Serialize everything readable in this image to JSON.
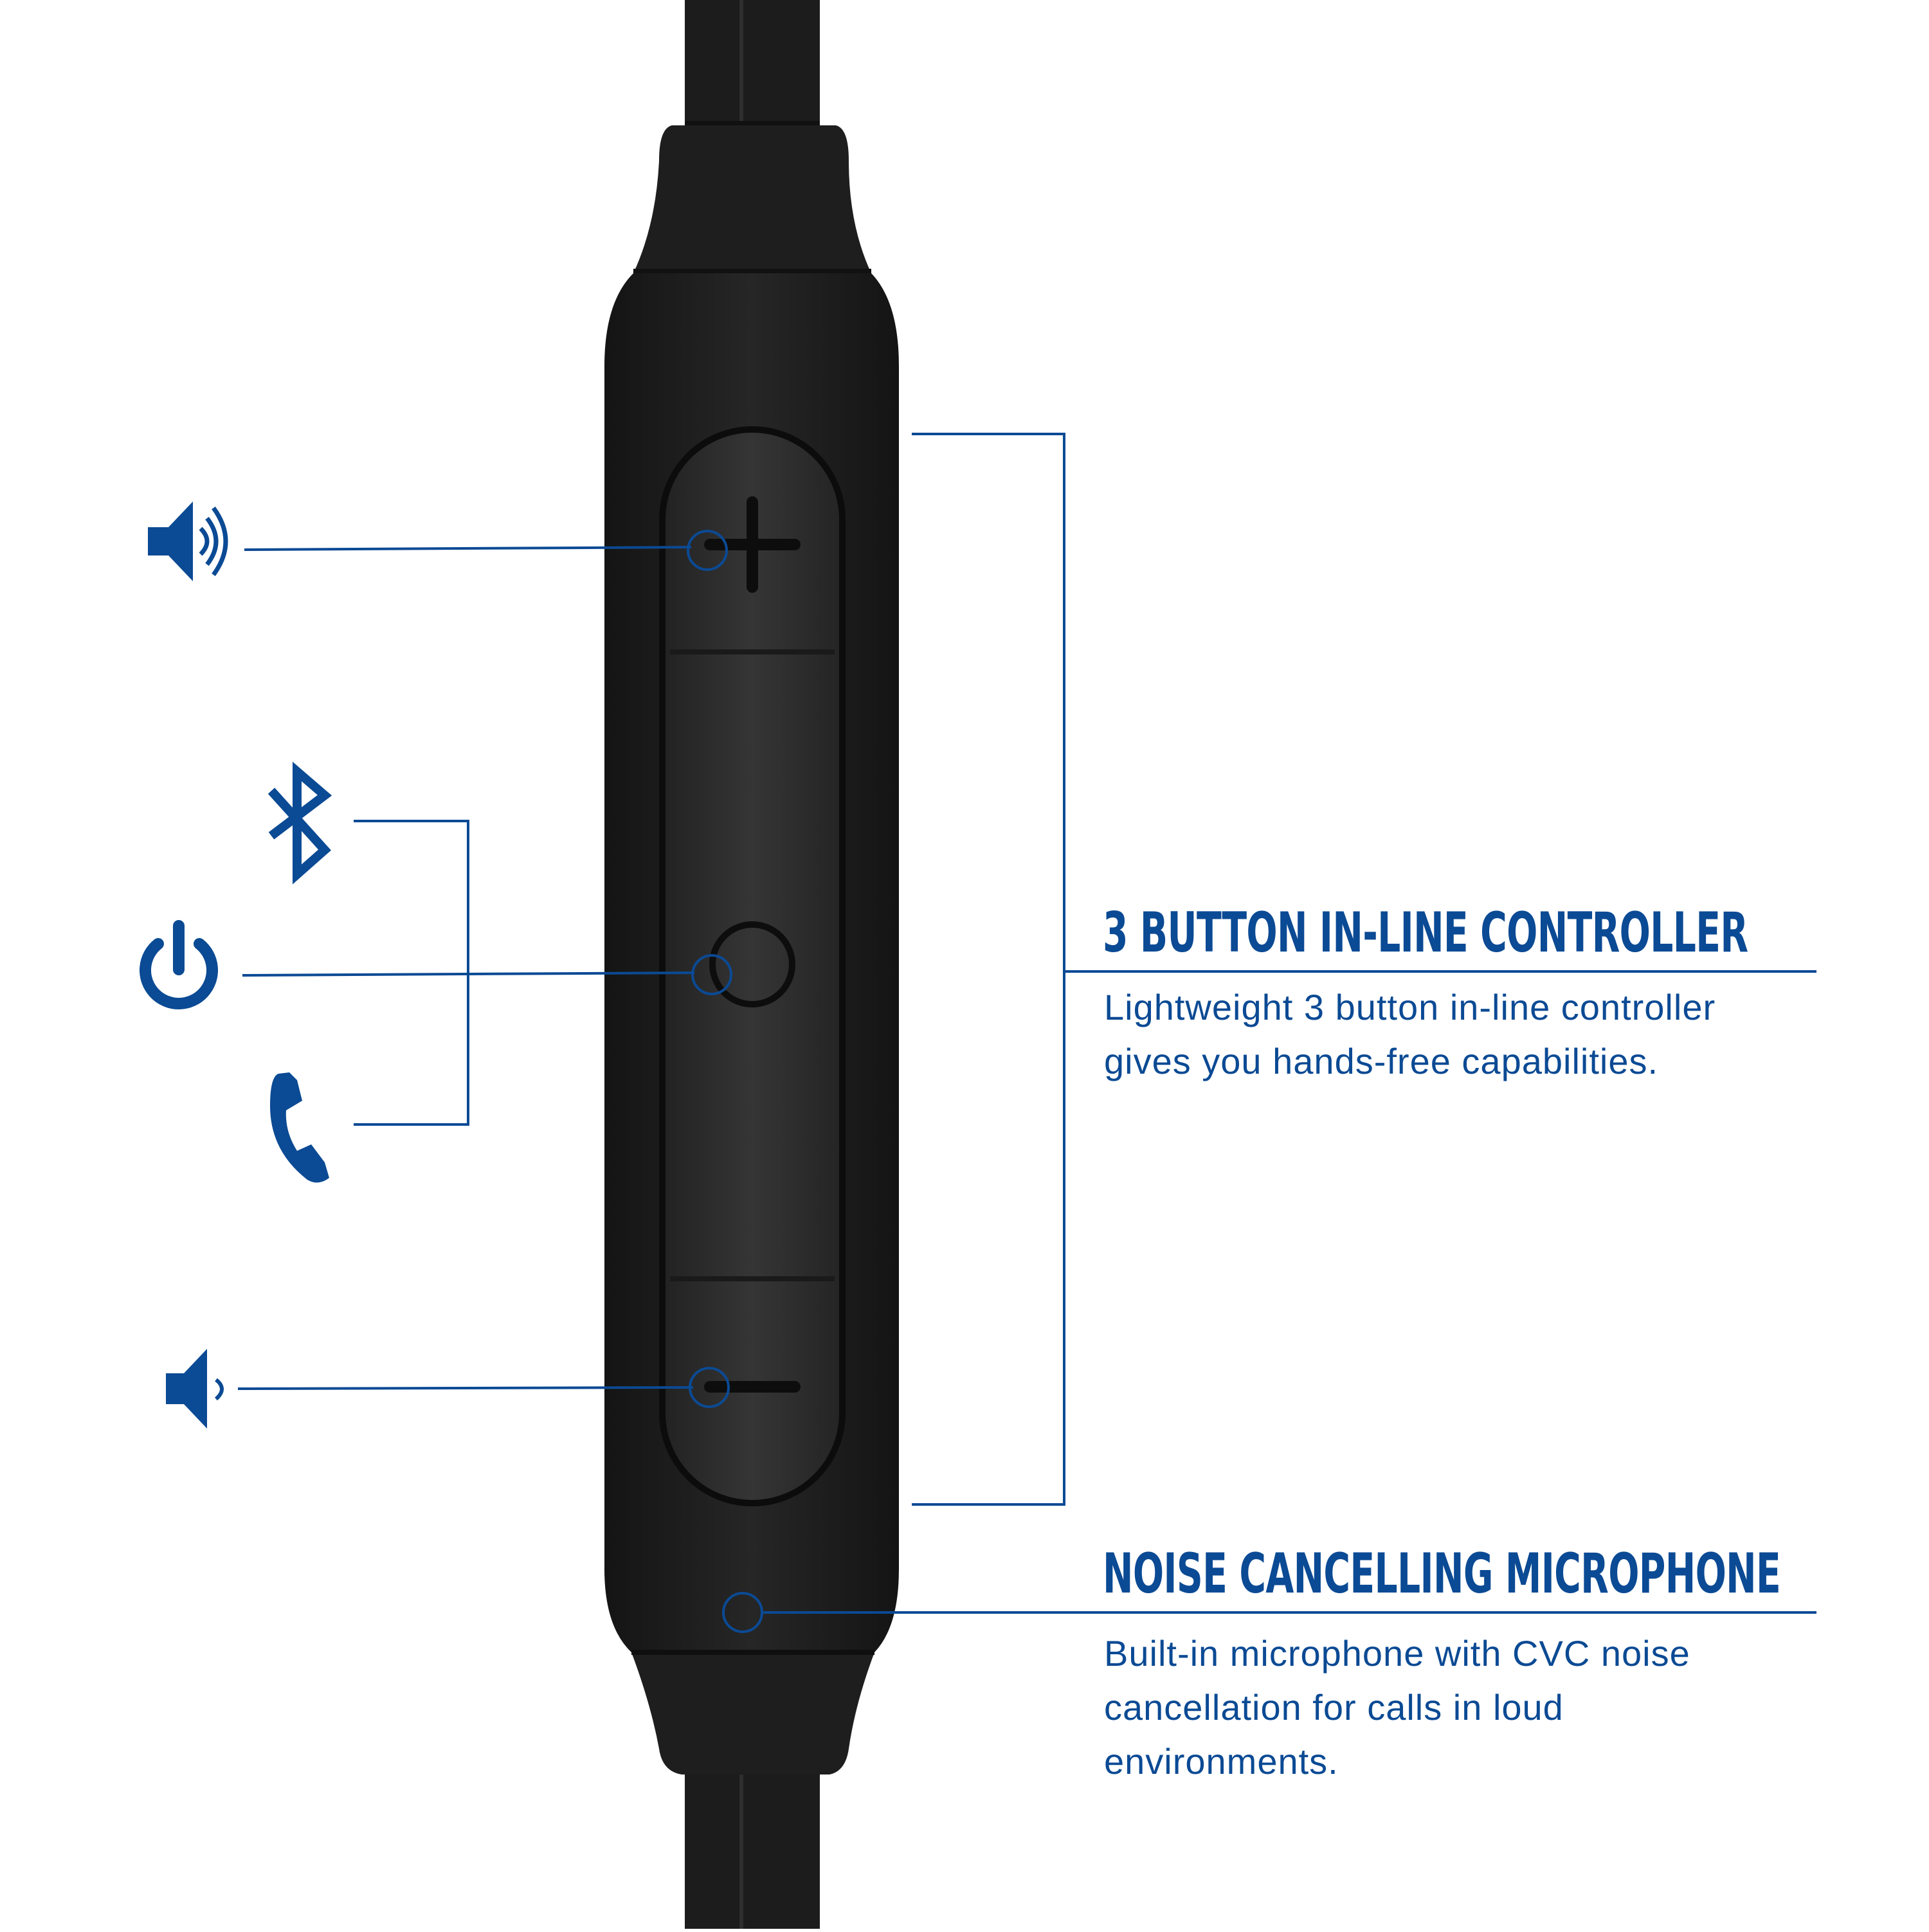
{
  "colors": {
    "accent_blue": "#0b4a94",
    "device_black": "#1f1f1f",
    "button_panel": "#2b2b2b",
    "background": "#ffffff"
  },
  "icons": {
    "volume_up": "speaker-with-waves-icon",
    "bluetooth": "bluetooth-icon",
    "power": "power-icon",
    "phone": "phone-handset-icon",
    "volume_down": "speaker-low-icon"
  },
  "features": {
    "controller": {
      "title": "3 BUTTON IN-LINE CONTROLLER",
      "description_lines": [
        "Lightweight 3 button in-line controller",
        "gives you hands-free capabilities."
      ]
    },
    "microphone": {
      "title": "NOISE CANCELLING MICROPHONE",
      "description_lines": [
        "Built-in microphone with CVC noise",
        "cancellation for calls in loud",
        "environments."
      ]
    }
  }
}
